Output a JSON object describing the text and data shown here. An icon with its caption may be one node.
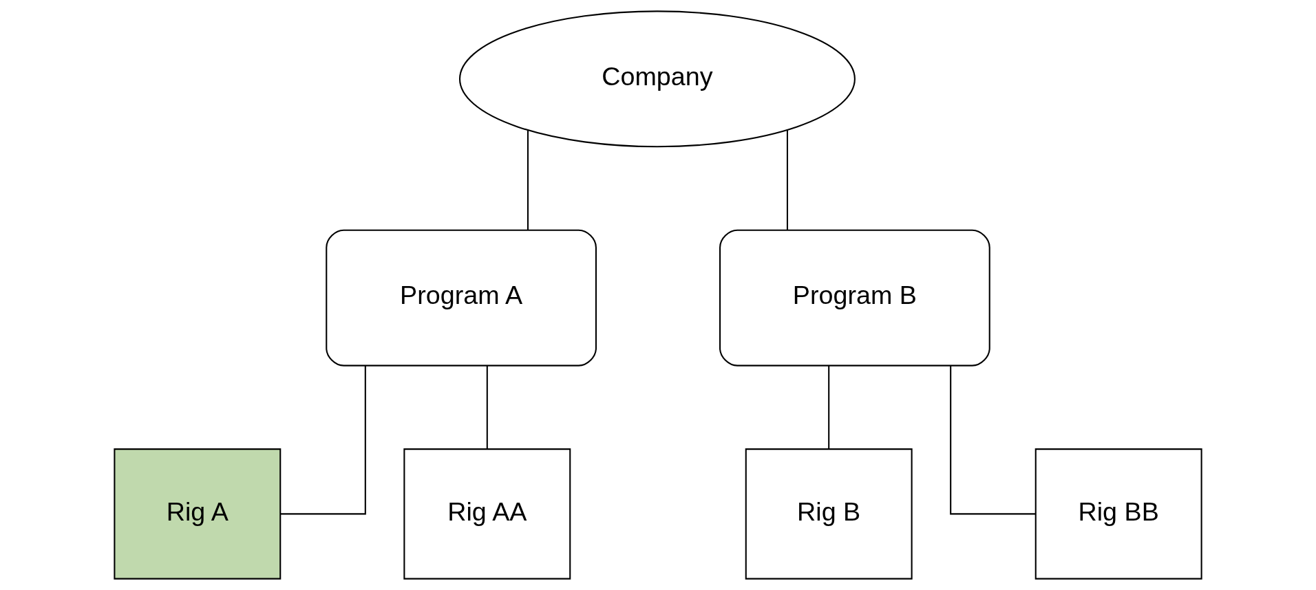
{
  "diagram": {
    "nodes": [
      {
        "text": [
          "Company"
        ]
      },
      {
        "text": [
          "Program A"
        ]
      },
      {
        "text": [
          "Program B"
        ]
      },
      {
        "text": [
          "Rig A"
        ]
      },
      {
        "text": [
          "Rig AA"
        ]
      },
      {
        "text": [
          "Rig B"
        ]
      },
      {
        "text": [
          "Rig BB"
        ]
      }
    ],
    "edges": [
      {
        "from": 0,
        "to": 1,
        "arrow": "none"
      },
      {
        "from": 0,
        "to": 2,
        "arrow": "none"
      },
      {
        "from": 1,
        "to": 3,
        "arrow": "none"
      },
      {
        "from": 1,
        "to": 4,
        "arrow": "none"
      },
      {
        "from": 2,
        "to": 5,
        "arrow": "none"
      },
      {
        "from": 2,
        "to": 6,
        "arrow": "none"
      }
    ]
  }
}
